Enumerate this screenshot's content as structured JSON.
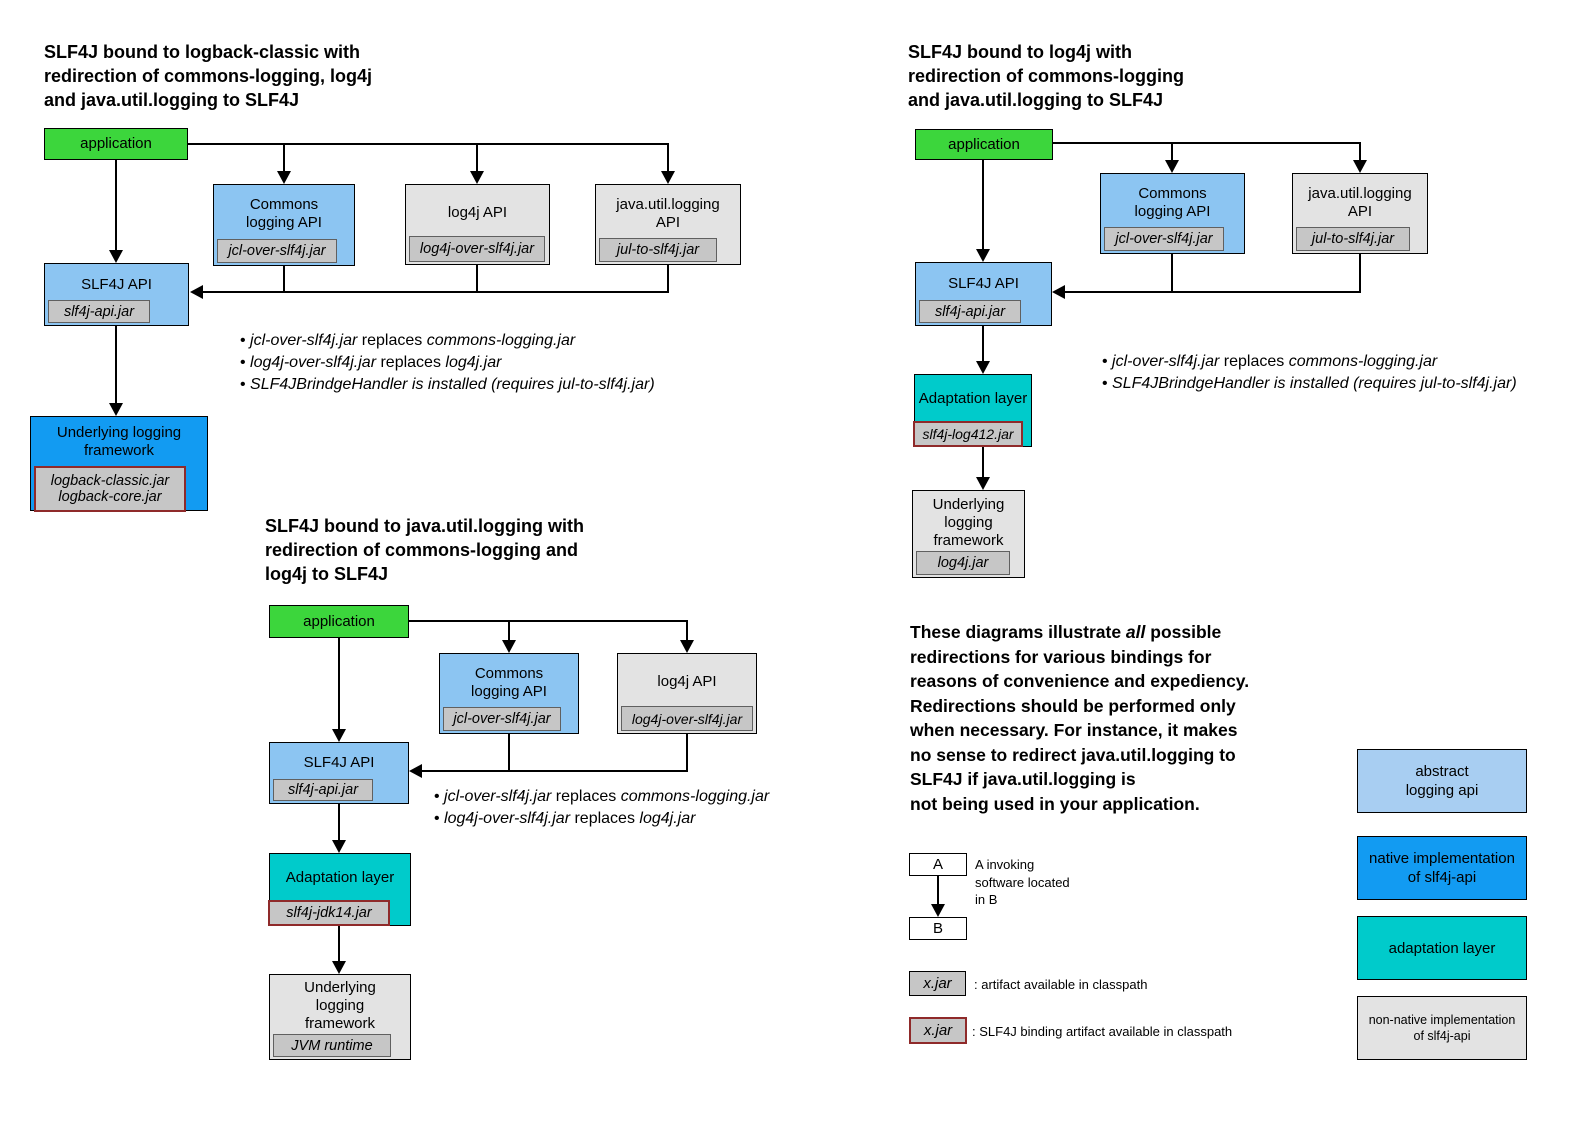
{
  "colors": {
    "application_green": "#3cd63c",
    "abstract_api_blue": "#8cc5f2",
    "legend_abstract_blue": "#a8cef2",
    "native_impl_blue": "#129bf2",
    "adaptation_teal": "#00cbcb",
    "non_native_gray": "#e3e3e3",
    "jar_gray": "#c6c6c6",
    "binding_border_red": "#8f2a2a"
  },
  "d1": {
    "title": "SLF4J bound to logback-classic with\nredirection of commons-logging, log4j\nand java.util.logging to SLF4J",
    "application": "application",
    "commons": {
      "label": "Commons\nlogging API",
      "jar": "jcl-over-slf4j.jar"
    },
    "log4j": {
      "label": "log4j API",
      "jar": "log4j-over-slf4j.jar"
    },
    "jul": {
      "label": "java.util.logging\nAPI",
      "jar": "jul-to-slf4j.jar"
    },
    "slf4j": {
      "label": "SLF4J API",
      "jar": "slf4j-api.jar"
    },
    "underlying": {
      "label": "Underlying logging\nframework",
      "jar": "logback-classic.jar\nlogback-core.jar"
    },
    "bullets": [
      [
        {
          "t": "jcl-over-slf4j.jar",
          "i": true
        },
        {
          "t": " replaces ",
          "i": false
        },
        {
          "t": "commons-logging.jar",
          "i": true
        }
      ],
      [
        {
          "t": "log4j-over-slf4j.jar",
          "i": true
        },
        {
          "t": " replaces ",
          "i": false
        },
        {
          "t": "log4j.jar",
          "i": true
        }
      ],
      [
        {
          "t": "SLF4JBrindgeHandler is installed (requires jul-to-slf4j.jar)",
          "i": true
        }
      ]
    ]
  },
  "d2": {
    "title": "SLF4J bound to log4j with\nredirection of commons-logging\nand java.util.logging to SLF4J",
    "application": "application",
    "commons": {
      "label": "Commons\nlogging API",
      "jar": "jcl-over-slf4j.jar"
    },
    "jul": {
      "label": "java.util.logging\nAPI",
      "jar": "jul-to-slf4j.jar"
    },
    "slf4j": {
      "label": "SLF4J API",
      "jar": "slf4j-api.jar"
    },
    "adaptation": {
      "label": "Adaptation layer",
      "jar": "slf4j-log412.jar"
    },
    "underlying": {
      "label": "Underlying\nlogging\nframework",
      "jar": "log4j.jar"
    },
    "bullets": [
      [
        {
          "t": "jcl-over-slf4j.jar",
          "i": true
        },
        {
          "t": " replaces ",
          "i": false
        },
        {
          "t": "commons-logging.jar",
          "i": true
        }
      ],
      [
        {
          "t": "SLF4JBrindgeHandler is installed (requires jul-to-slf4j.jar)",
          "i": true
        }
      ]
    ]
  },
  "d3": {
    "title": "SLF4J bound to java.util.logging with\nredirection of commons-logging and\nlog4j to SLF4J",
    "application": "application",
    "commons": {
      "label": "Commons\nlogging API",
      "jar": "jcl-over-slf4j.jar"
    },
    "log4j": {
      "label": "log4j API",
      "jar": "log4j-over-slf4j.jar"
    },
    "slf4j": {
      "label": "SLF4J API",
      "jar": "slf4j-api.jar"
    },
    "adaptation": {
      "label": "Adaptation layer",
      "jar": "slf4j-jdk14.jar"
    },
    "underlying": {
      "label": "Underlying\nlogging\nframework",
      "jar": "JVM runtime"
    },
    "bullets": [
      [
        {
          "t": "jcl-over-slf4j.jar",
          "i": true
        },
        {
          "t": " replaces ",
          "i": false
        },
        {
          "t": "commons-logging.jar",
          "i": true
        }
      ],
      [
        {
          "t": "log4j-over-slf4j.jar",
          "i": true
        },
        {
          "t": " replaces ",
          "i": false
        },
        {
          "t": "log4j.jar",
          "i": true
        }
      ]
    ]
  },
  "note_runs": [
    {
      "t": "These diagrams illustrate ",
      "i": false
    },
    {
      "t": "all",
      "i": true
    },
    {
      "t": " possible\nredirections for various bindings for\nreasons of convenience and expediency.\nRedirections should be performed only\nwhen necessary. For instance, it makes\nno sense to redirect java.util.logging to\nSLF4J if java.util.logging is\nnot being used in your application.",
      "i": false
    }
  ],
  "legend": {
    "a": "A",
    "b": "B",
    "invoke_text": "A invoking\nsoftware located\nin B",
    "artifact": {
      "label": "x.jar",
      "desc": ": artifact available in classpath"
    },
    "binding": {
      "label": "x.jar",
      "desc": ": SLF4J binding artifact available in classpath"
    },
    "colors": [
      {
        "label": "abstract\nlogging api"
      },
      {
        "label": "native implementation\nof slf4j-api"
      },
      {
        "label": "adaptation layer"
      },
      {
        "label": "non-native implementation\nof slf4j-api"
      }
    ]
  }
}
